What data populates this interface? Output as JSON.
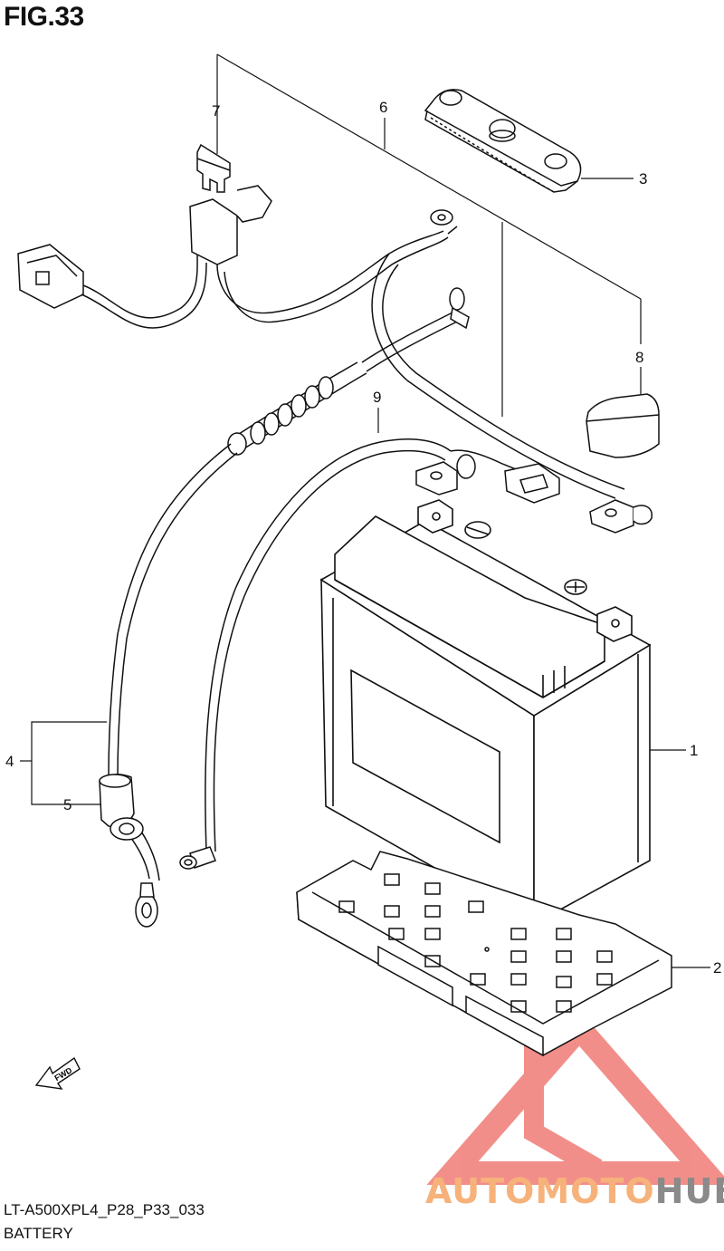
{
  "figure": {
    "title": "FIG.33",
    "code": "LT-A500XPL4_P28_P33_033",
    "name": "BATTERY"
  },
  "callouts": [
    "1",
    "2",
    "3",
    "4",
    "5",
    "6",
    "7",
    "8",
    "9"
  ],
  "parts": [
    {
      "ref": "1",
      "part": "battery"
    },
    {
      "ref": "2",
      "part": "battery-tray"
    },
    {
      "ref": "3",
      "part": "battery-band"
    },
    {
      "ref": "4",
      "part": "negative-cable"
    },
    {
      "ref": "5",
      "part": "terminal-cover"
    },
    {
      "ref": "6",
      "part": "wiring-harness"
    },
    {
      "ref": "7",
      "part": "fuse"
    },
    {
      "ref": "8",
      "part": "terminal-cap"
    },
    {
      "ref": "9",
      "part": "positive-cable"
    }
  ],
  "fwd_label": "FWD",
  "watermark": {
    "part1": "AUTOMOTO",
    "part2": "HUB"
  },
  "colors": {
    "line": "#111111",
    "watermark_red": "#e8332a",
    "watermark_orange": "#f6b27a",
    "watermark_gray": "#8a8a8a"
  }
}
